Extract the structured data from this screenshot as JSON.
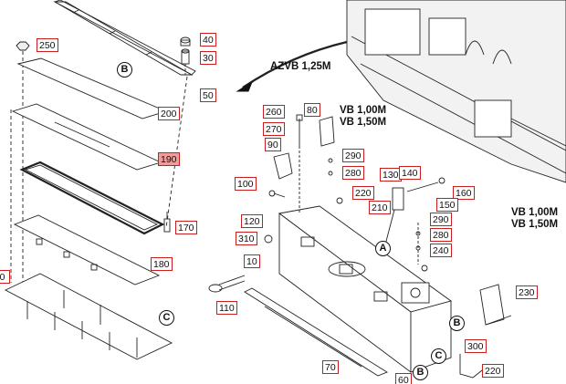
{
  "colors": {
    "label_border": "#c81e1e",
    "highlight": "#f29b9b",
    "line": "#222222"
  },
  "annotations": {
    "azvb": "AZVB 1,25M",
    "vb_upper_1": "VB 1,00M",
    "vb_upper_2": "VB 1,50M",
    "vb_right_1": "VB 1,00M",
    "vb_right_2": "VB 1,50M"
  },
  "callouts": {
    "b_top": "B",
    "c_left": "C",
    "a_mid": "A",
    "b_right": "B",
    "c_bottom": "C",
    "b_bottom": "B"
  },
  "part_labels": {
    "p250": "250",
    "p40": "40",
    "p30": "30",
    "p50": "50",
    "p200": "200",
    "p190": "190",
    "p170": "170",
    "p180": "180",
    "p0_left": "0",
    "p260": "260",
    "p80": "80",
    "p270": "270",
    "p90": "90",
    "p290a": "290",
    "p280a": "280",
    "p130": "130",
    "p140": "140",
    "p100": "100",
    "p220a": "220",
    "p150": "150",
    "p160": "160",
    "p210": "210",
    "p120": "120",
    "p290b": "290",
    "p310": "310",
    "p280b": "280",
    "p240": "240",
    "p10": "10",
    "p110": "110",
    "p230": "230",
    "p300": "300",
    "p70": "70",
    "p220b": "220",
    "p60": "60"
  }
}
